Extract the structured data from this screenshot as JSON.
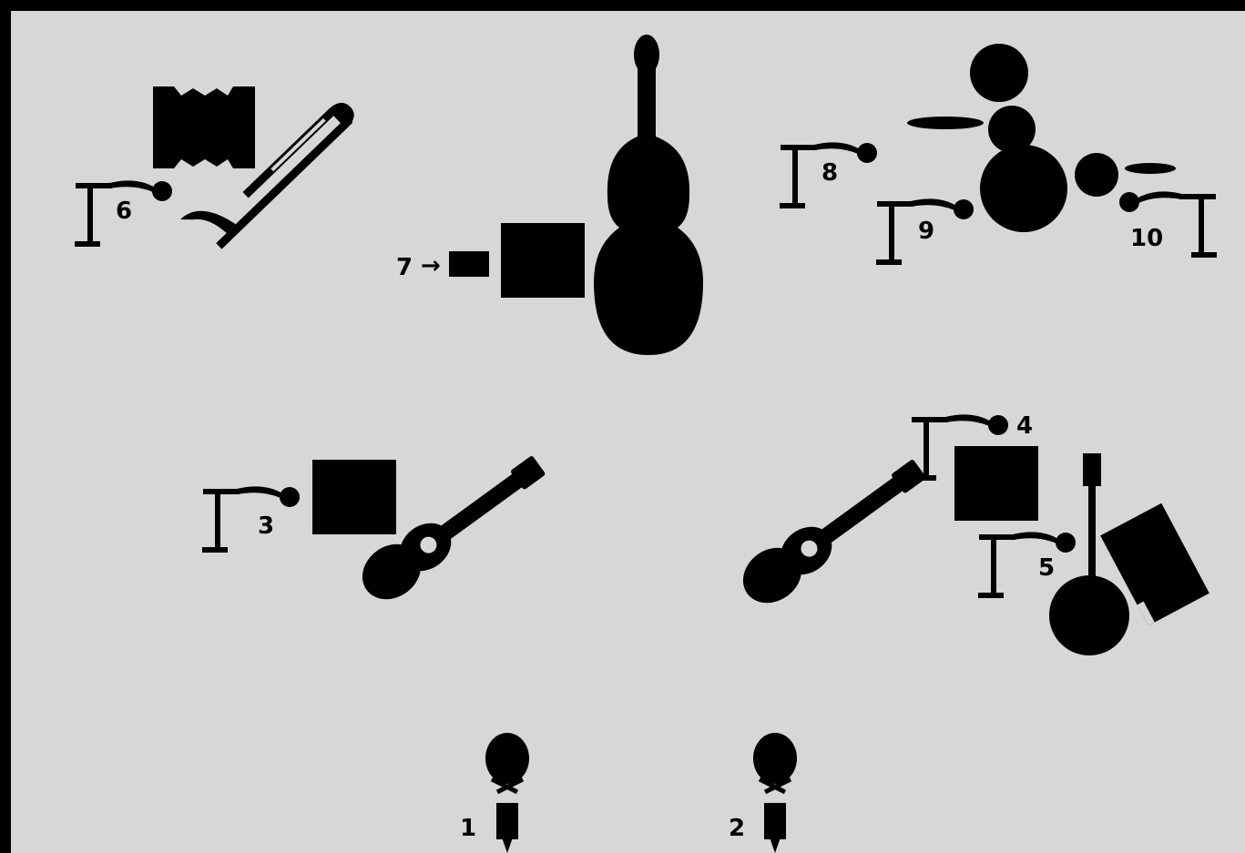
{
  "colors": {
    "frame": "#000000",
    "stage": "#d6d7d8",
    "ink": "#000000"
  },
  "stage_plot": {
    "channels": {
      "ch1": "1",
      "ch2": "2",
      "ch3": "3",
      "ch4": "4",
      "ch5": "5",
      "ch6": "6",
      "ch7": "7",
      "ch8": "8",
      "ch9": "9",
      "ch10": "10"
    },
    "di_arrow": "→",
    "elements": [
      {
        "icon": "accordion-icon"
      },
      {
        "icon": "trombone-icon"
      },
      {
        "icon": "upright-bass-icon"
      },
      {
        "icon": "drum-kit-icon"
      },
      {
        "icon": "acoustic-guitar-icon"
      },
      {
        "icon": "banjo-icon"
      },
      {
        "icon": "amplifier-icon"
      },
      {
        "icon": "di-box-icon"
      },
      {
        "icon": "vocalist-icon"
      },
      {
        "icon": "mic-stand-icon"
      }
    ]
  }
}
